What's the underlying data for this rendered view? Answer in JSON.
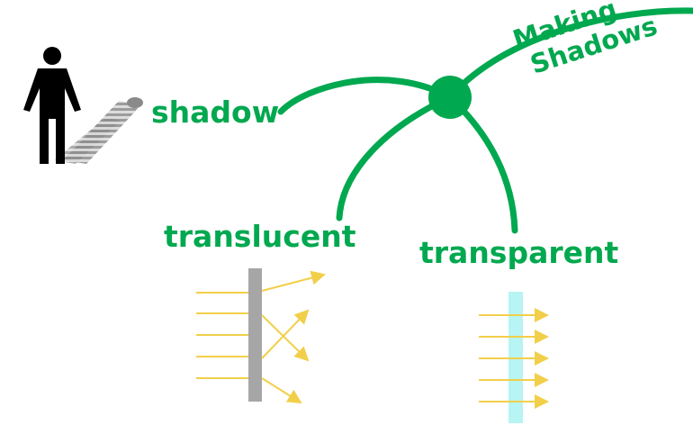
{
  "diagram": {
    "title_line1": "Making",
    "title_line2": "Shadows",
    "nodes": {
      "shadow": "shadow",
      "translucent": "translucent",
      "transparent": "transparent"
    }
  },
  "colors": {
    "accent": "#00a84f",
    "arrow": "#f2cf4a",
    "translucent_panel": "#a6a6a6",
    "transparent_panel": "#b7f4f4",
    "figure": "#000000",
    "figure_shadow": "#8a8a8a"
  },
  "icons": [
    "person-icon",
    "person-shadow-icon",
    "translucent-panel-icon",
    "transparent-panel-icon",
    "light-ray-arrow-icon"
  ]
}
